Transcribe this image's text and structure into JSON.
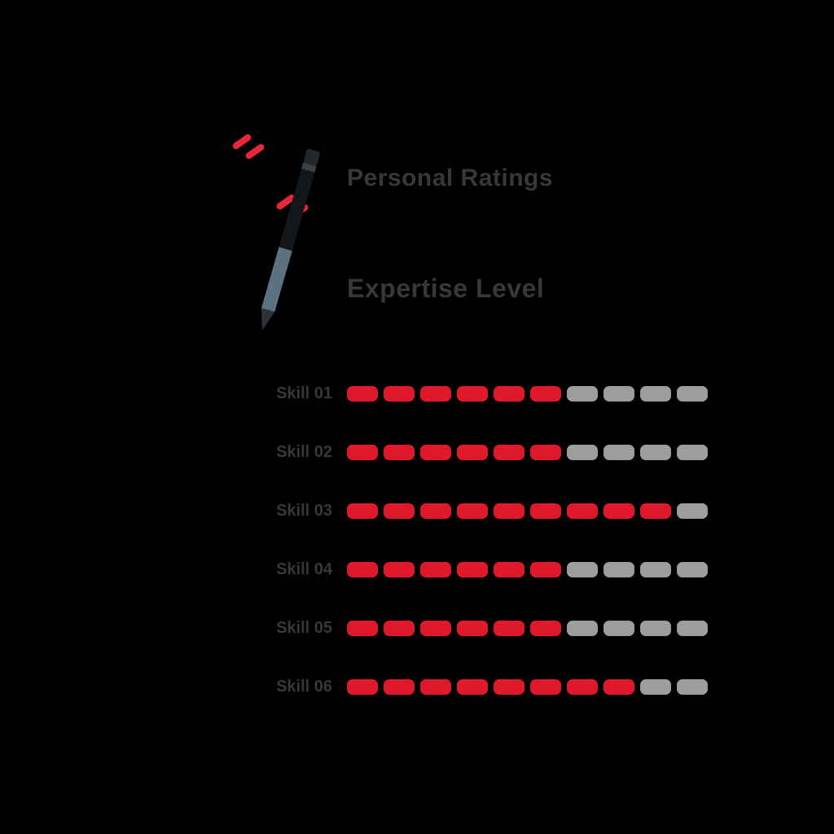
{
  "page": {
    "background_color": "#000000",
    "text_color": "#383838"
  },
  "icon": {
    "name": "pencil-icon",
    "pencil_body_color": "#5c7280",
    "pencil_dark_color": "#14171a",
    "pencil_accent_color": "#e8273a"
  },
  "chart_data": {
    "type": "bar",
    "orientation": "horizontal",
    "title": "Personal Ratings",
    "subtitle": "Expertise Level",
    "categories": [
      "Skill 01",
      "Skill 02",
      "Skill 03",
      "Skill 04",
      "Skill 05",
      "Skill 06"
    ],
    "values": [
      6,
      6,
      9,
      6,
      6,
      8
    ],
    "max_segments": 10,
    "filled_color": "#e0182c",
    "empty_color": "#9d9d9d",
    "legend": "none",
    "grid": false
  }
}
